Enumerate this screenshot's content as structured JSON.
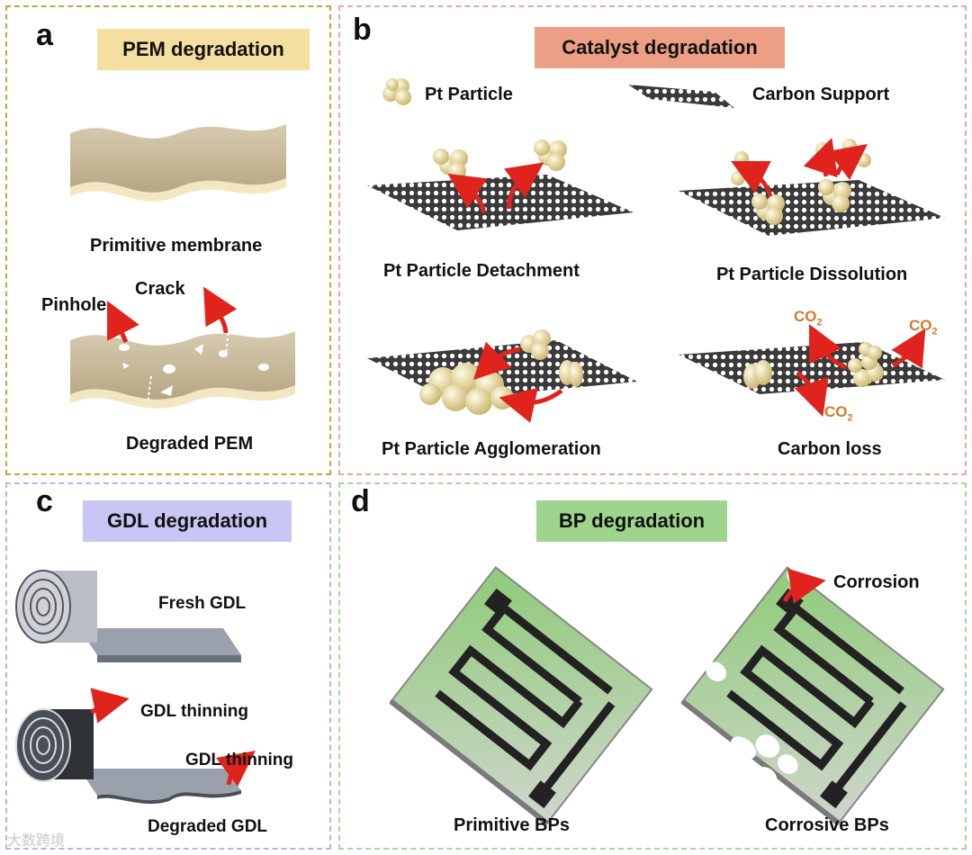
{
  "colors": {
    "panel_a_border": "#c9a33c",
    "panel_a_title_bg": "#f4dfa0",
    "panel_b_border": "#e2aa9e",
    "panel_b_title_bg": "#ec9f84",
    "panel_c_border": "#b7b4ec",
    "panel_c_title_bg": "#c8c6f4",
    "panel_d_border": "#a9d5a0",
    "panel_d_title_bg": "#9ed58e",
    "membrane": "#c9b99a",
    "particle": "#efe0a0",
    "arrow": "#e0231c",
    "co2_text": "#d07a2e",
    "carbon": "#2c2c2c",
    "bp_plate": "#9ccc8a"
  },
  "panel_a": {
    "letter": "a",
    "title": "PEM degradation",
    "primitive_label": "Primitive membrane",
    "crack_label": "Crack",
    "pinhole_label": "Pinhole",
    "degraded_label": "Degraded PEM"
  },
  "panel_b": {
    "letter": "b",
    "title": "Catalyst degradation",
    "legend_particle": "Pt Particle",
    "legend_support": "Carbon Support",
    "detachment": "Pt Particle Detachment",
    "dissolution": "Pt Particle Dissolution",
    "agglomeration": "Pt Particle Agglomeration",
    "carbon_loss": "Carbon loss",
    "co2": "CO",
    "co2_sub": "2"
  },
  "panel_c": {
    "letter": "c",
    "title": "GDL degradation",
    "fresh": "Fresh GDL",
    "thinning_1": "GDL thinning",
    "thinning_2": "GDL thinning",
    "degraded": "Degraded GDL"
  },
  "panel_d": {
    "letter": "d",
    "title": "BP degradation",
    "corrosion": "Corrosion",
    "primitive": "Primitive BPs",
    "corrosive": "Corrosive BPs"
  },
  "watermark": "大数跨境"
}
